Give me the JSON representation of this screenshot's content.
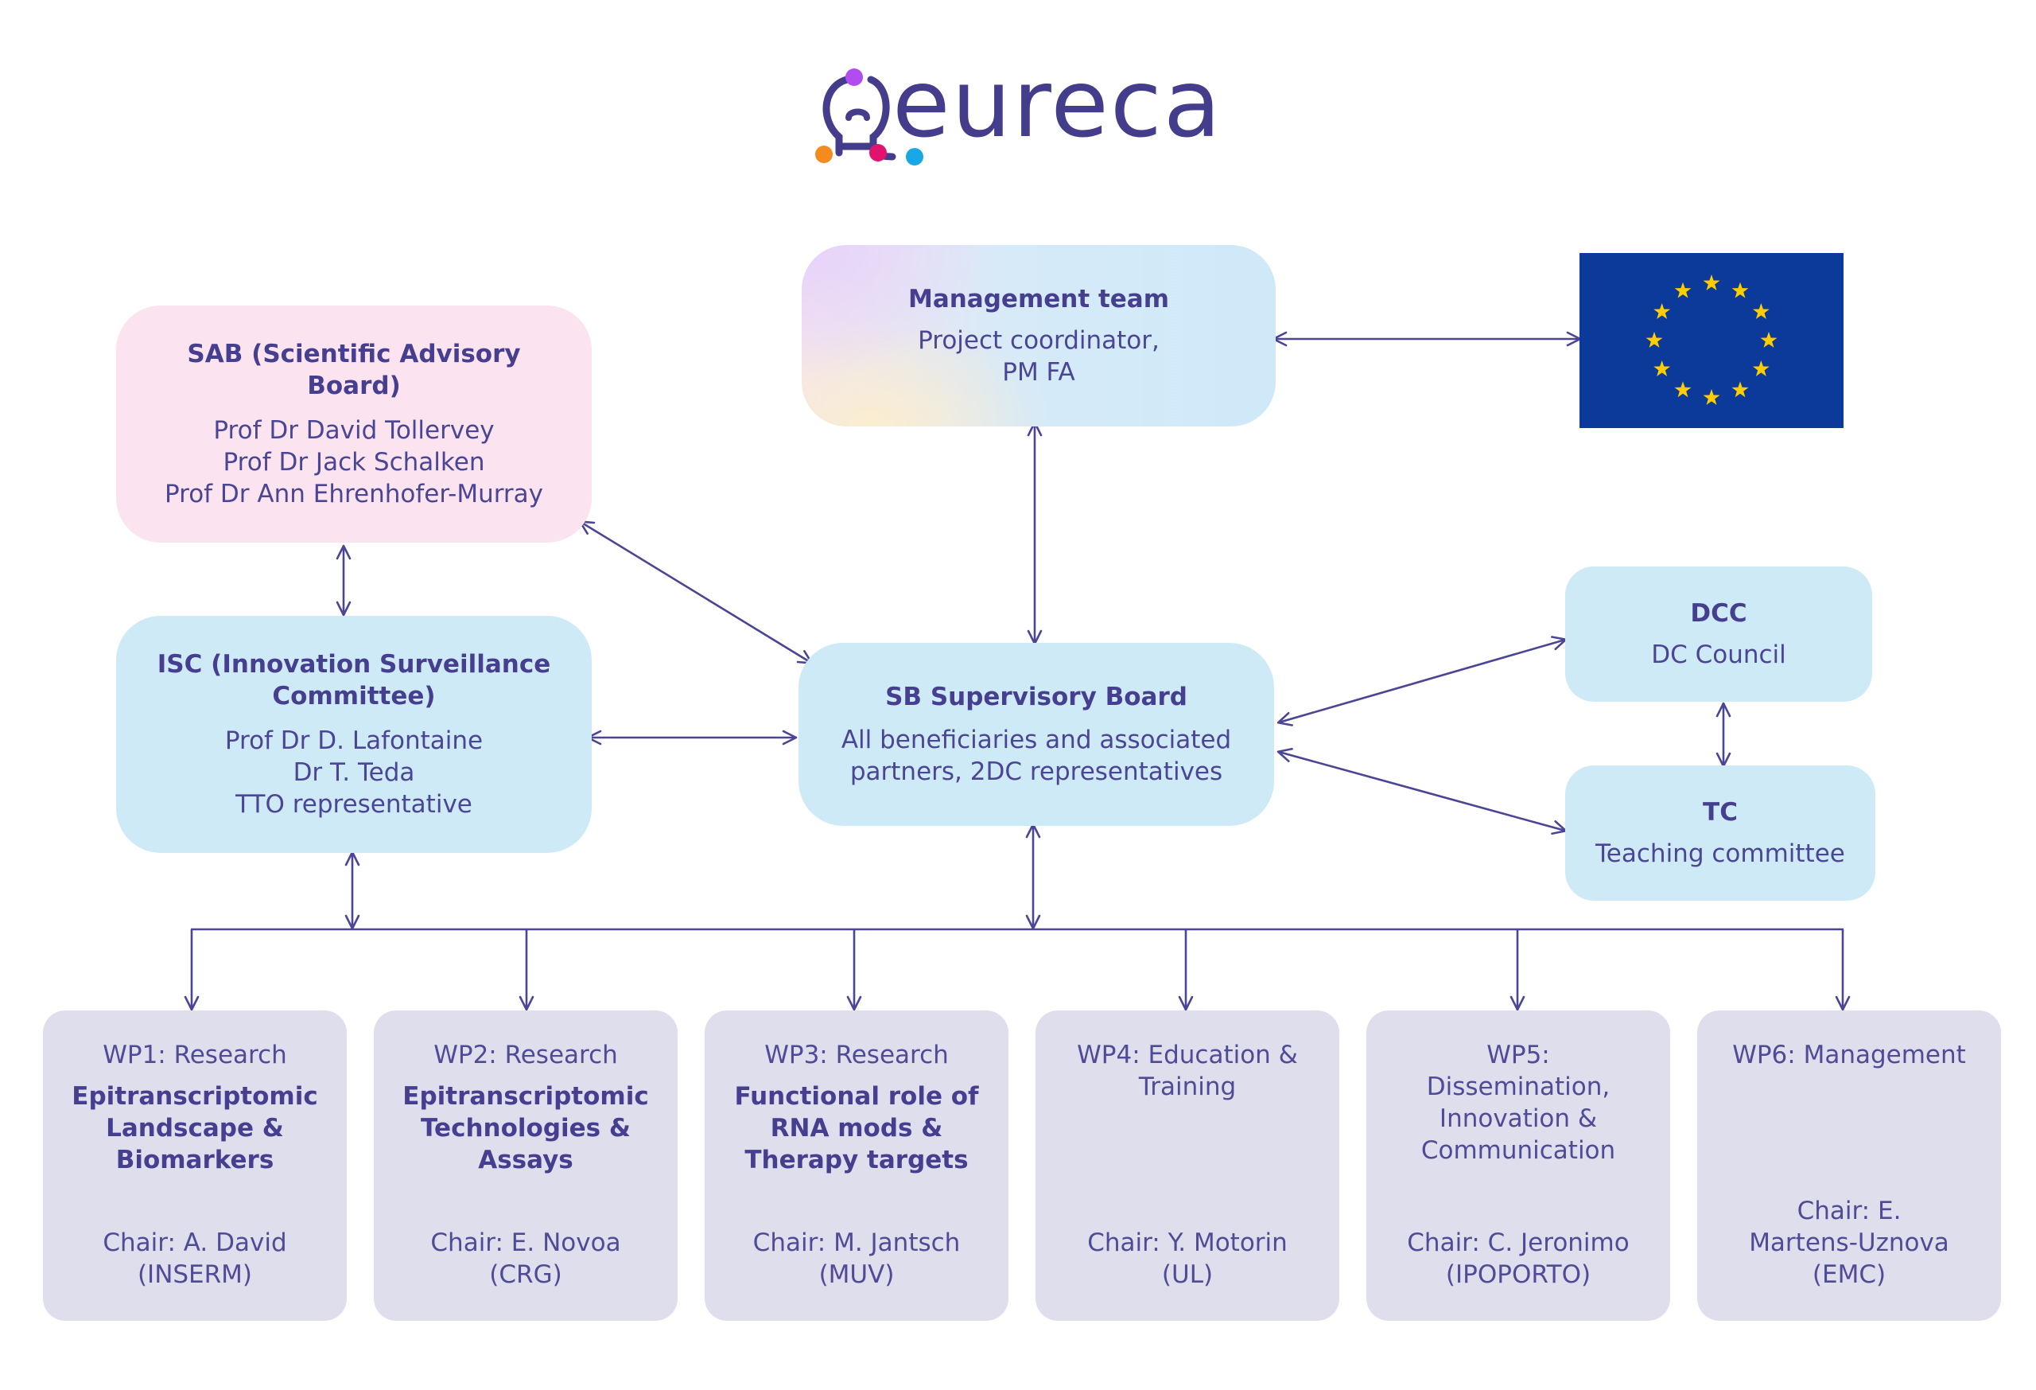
{
  "logo": {
    "text": "eureca"
  },
  "colors": {
    "arrow": "#4a4594",
    "cyan": "#cfeaf7",
    "pink": "#fbe3ef",
    "wp": "#dedeed",
    "eu_blue": "#0b3a9b",
    "eu_star": "#ffcc00"
  },
  "sab": {
    "title": [
      "SAB (Scientific Advisory",
      "Board)"
    ],
    "members": [
      "Prof Dr David Tollervey",
      "Prof Dr Jack Schalken",
      "Prof Dr Ann Ehrenhofer-Murray"
    ]
  },
  "management": {
    "title": "Management team",
    "body": [
      "Project coordinator,",
      "PM FA"
    ]
  },
  "isc": {
    "title": [
      "ISC (Innovation Surveillance",
      "Committee)"
    ],
    "members": [
      "Prof Dr D. Lafontaine",
      "Dr T. Teda",
      "TTO representative"
    ]
  },
  "sb": {
    "title": "SB Supervisory Board",
    "body": [
      "All beneficiaries and associated",
      "partners, 2DC representatives"
    ]
  },
  "dcc": {
    "title": "DCC",
    "body": "DC Council"
  },
  "tc": {
    "title": "TC",
    "body": "Teaching committee"
  },
  "eu_flag": {
    "icon": "eu-flag-icon",
    "stars": 12
  },
  "work_packages": [
    {
      "title": [
        "WP1: Research"
      ],
      "focus": [
        "Epitranscriptomic",
        "Landscape &",
        "Biomarkers"
      ],
      "chair": [
        "Chair: A. David",
        "(INSERM)"
      ]
    },
    {
      "title": [
        "WP2: Research"
      ],
      "focus": [
        "Epitranscriptomic",
        "Technologies &",
        "Assays"
      ],
      "chair": [
        "Chair: E. Novoa",
        "(CRG)"
      ]
    },
    {
      "title": [
        "WP3: Research"
      ],
      "focus": [
        "Functional role of",
        "RNA mods &",
        "Therapy targets"
      ],
      "chair": [
        "Chair: M. Jantsch",
        "(MUV)"
      ]
    },
    {
      "title": [
        "WP4: Education &",
        "Training"
      ],
      "focus": [],
      "chair": [
        "Chair: Y. Motorin",
        "(UL)"
      ]
    },
    {
      "title": [
        "WP5:",
        "Dissemination,",
        "Innovation &",
        "Communication"
      ],
      "focus": [],
      "chair": [
        "Chair: C. Jeronimo",
        "(IPOPORTO)"
      ]
    },
    {
      "title": [
        "WP6: Management"
      ],
      "focus": [],
      "chair": [
        "Chair: E.",
        "Martens-Uznova",
        "(EMC)"
      ]
    }
  ]
}
